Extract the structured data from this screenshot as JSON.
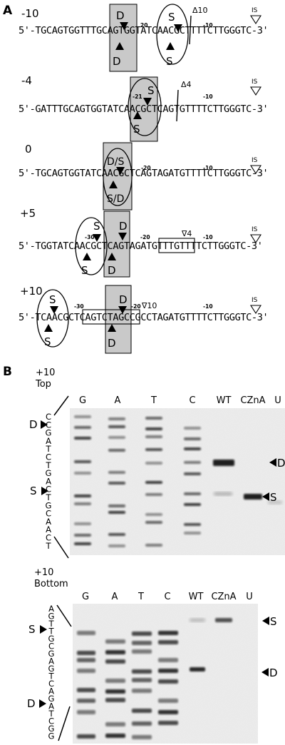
{
  "panelA": {
    "label": "A",
    "constructs": [
      {
        "name": "-10",
        "sequence": "5'-TGCAGTGGTTTGCAGTGGTATCAACGCTTTTCTTGGGTC-3'",
        "ticks": [
          "20",
          "-10"
        ],
        "is_label": "IS",
        "box_top": "D",
        "box_bottom": "D",
        "oval_top": "S",
        "oval_bottom": "S",
        "deletion": "Δ10"
      },
      {
        "name": "-4",
        "sequence": "5'-GATTTGCAGTGGTATCAACGCTCAGTGTTTTCTTGGGTC-3'",
        "ticks": [
          "-21",
          "-10"
        ],
        "is_label": "IS",
        "oval_top": "S",
        "oval_bottom": "S",
        "deletion": "Δ4"
      },
      {
        "name": "0",
        "sequence": "5'-TGCAGTGGTATCAACGCTCAGTAGATGTTTTCTTGGGTC-3'",
        "ticks": [
          "-20",
          "-10"
        ],
        "is_label": "IS",
        "oval_top": "D/S",
        "oval_bottom": "S/D"
      },
      {
        "name": "+5",
        "sequence": "5'-TGGTATCAACGCTCAGTAGATGTTTGTTTTCTTGGGTC-3'",
        "ticks": [
          "-30",
          "-20",
          "-10"
        ],
        "is_label": "IS",
        "box_top": "D",
        "box_bottom": "D",
        "oval_top": "S",
        "oval_bottom": "S",
        "insertion": "∇4"
      },
      {
        "name": "+10",
        "sequence": "5'-TCAACGCTCAGTCTAGCCGCCTAGATGTTTTCTTGGGTC-3'",
        "ticks": [
          "-30",
          "-20",
          "-10"
        ],
        "is_label": "IS",
        "box_top": "D",
        "box_bottom": "D",
        "oval_top": "S",
        "oval_bottom": "S",
        "insertion": "∇10"
      }
    ]
  },
  "panelB": {
    "label": "B",
    "gels": [
      {
        "title_line1": "+10",
        "title_line2": "Top",
        "lanes": [
          "G",
          "A",
          "T",
          "C",
          "WT",
          "CZnA",
          "U"
        ],
        "sequence_letters": [
          "C",
          "C",
          "G",
          "A",
          "T",
          "C",
          "T",
          "G",
          "A",
          "C",
          "T",
          "G",
          "C",
          "A",
          "A",
          "C",
          "T"
        ],
        "left_markers": [
          "D",
          "S"
        ],
        "right_markers": [
          "D",
          "S"
        ]
      },
      {
        "title_line1": "+10",
        "title_line2": "Bottom",
        "lanes": [
          "G",
          "A",
          "T",
          "C",
          "WT",
          "CZnA",
          "U"
        ],
        "sequence_letters": [
          "A",
          "G",
          "T",
          "T",
          "G",
          "C",
          "G",
          "A",
          "G",
          "T",
          "C",
          "A",
          "G",
          "A",
          "T",
          "C",
          "G",
          "G"
        ],
        "left_markers": [
          "S",
          "D"
        ],
        "right_markers": [
          "S",
          "D"
        ]
      }
    ]
  }
}
